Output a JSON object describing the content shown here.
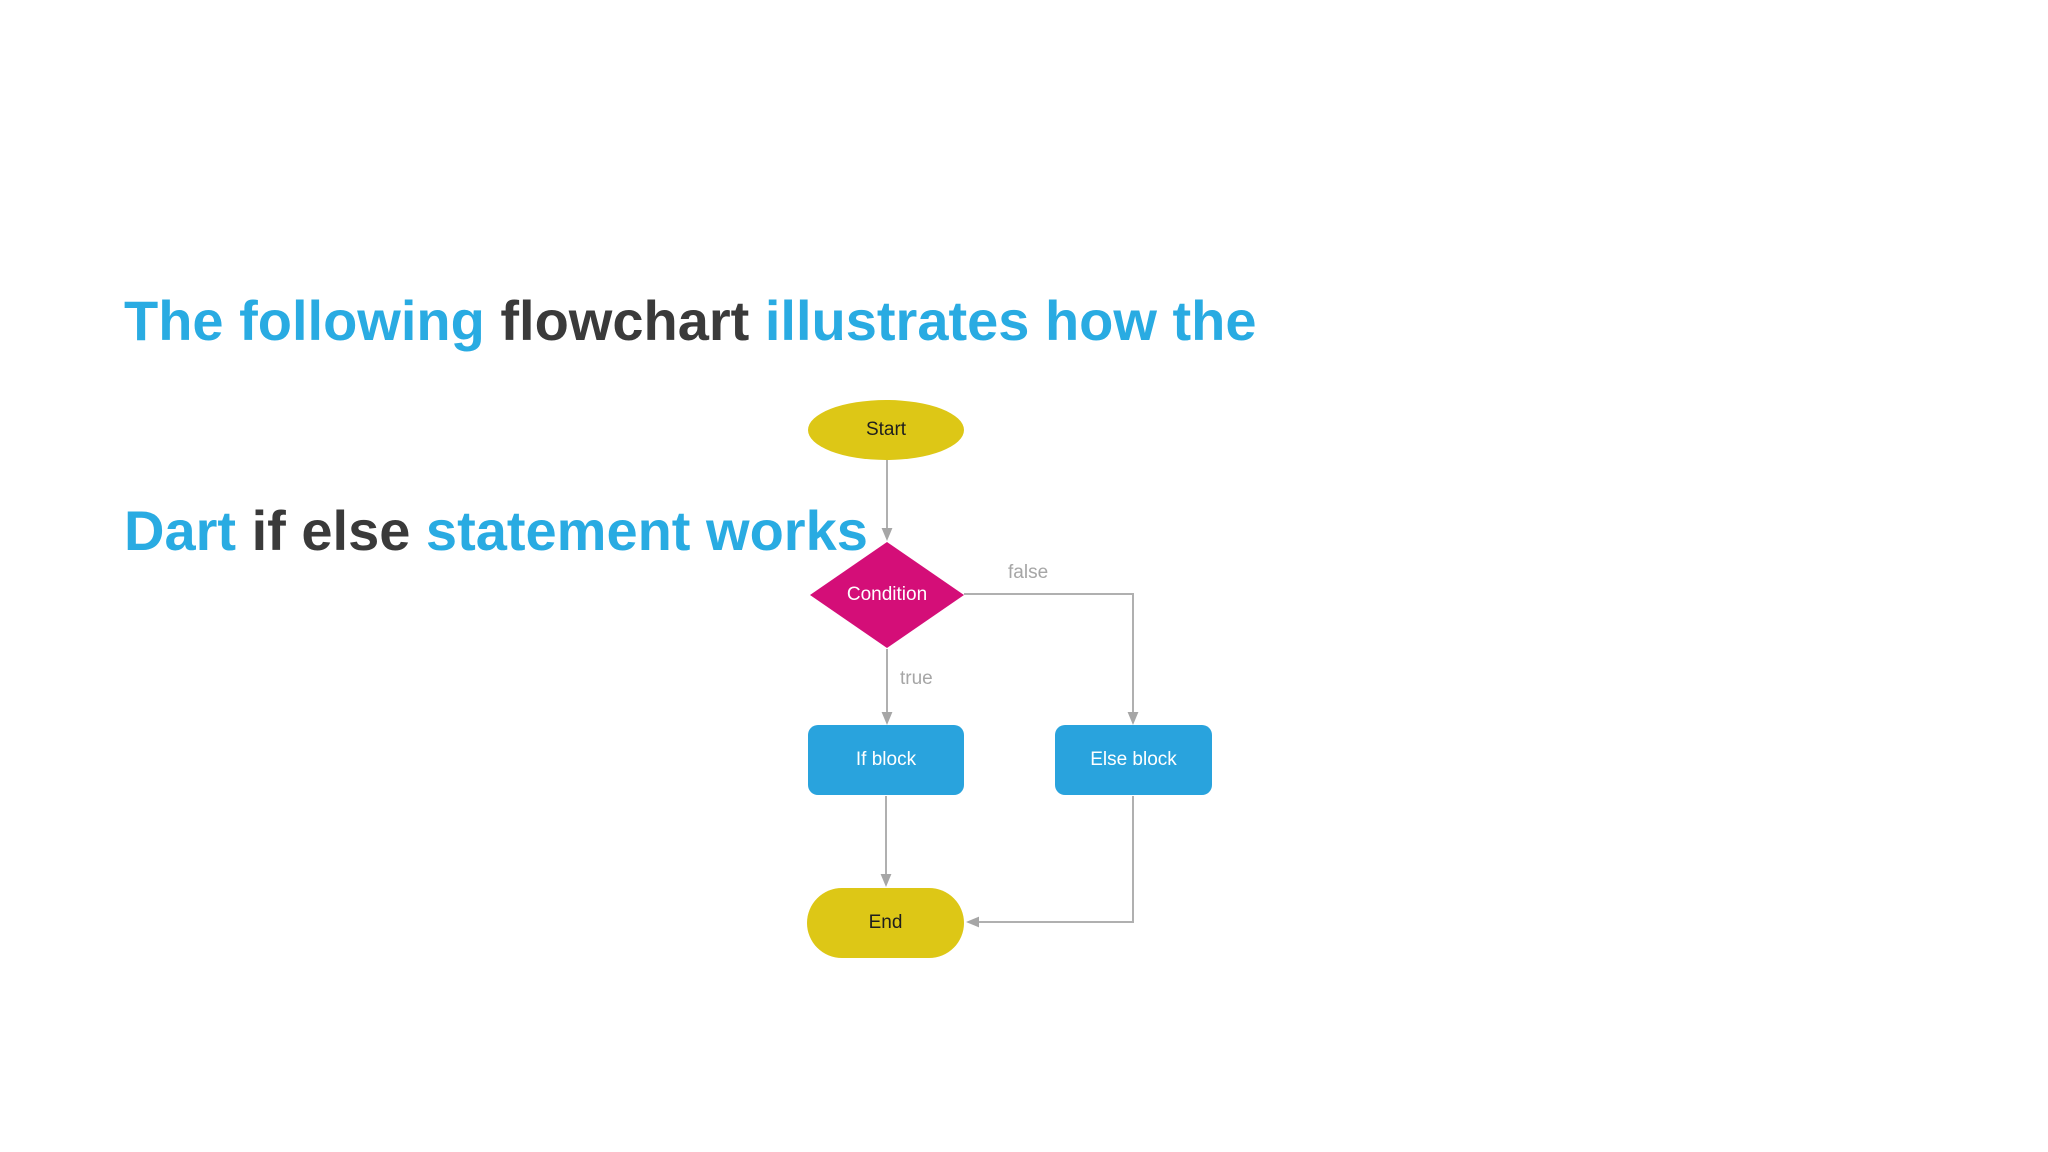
{
  "colors": {
    "background": "#ffffff",
    "title_accent": "#29abe2",
    "title_dark": "#3a3a3a",
    "terminal_fill": "#ddc716",
    "decision_fill": "#d40e78",
    "process_fill": "#29a3dd",
    "connector": "#b0b0b0",
    "edge_label": "#a6a6a6"
  },
  "title": {
    "line1": [
      {
        "text": "The following ",
        "tone": "accent"
      },
      {
        "text": "flowchart ",
        "tone": "dark"
      },
      {
        "text": "illustrates how the",
        "tone": "accent"
      }
    ],
    "line2": [
      {
        "text": "Dart ",
        "tone": "accent"
      },
      {
        "text": "if else ",
        "tone": "dark"
      },
      {
        "text": "statement works",
        "tone": "accent"
      }
    ]
  },
  "flowchart": {
    "nodes": {
      "start": {
        "label": "Start",
        "type": "terminal"
      },
      "condition": {
        "label": "Condition",
        "type": "decision"
      },
      "if_block": {
        "label": "If block",
        "type": "process"
      },
      "else_block": {
        "label": "Else block",
        "type": "process"
      },
      "end": {
        "label": "End",
        "type": "terminal"
      }
    },
    "edges": [
      {
        "from": "start",
        "to": "condition",
        "label": ""
      },
      {
        "from": "condition",
        "to": "if_block",
        "label": "true"
      },
      {
        "from": "condition",
        "to": "else_block",
        "label": "false"
      },
      {
        "from": "if_block",
        "to": "end",
        "label": ""
      },
      {
        "from": "else_block",
        "to": "end",
        "label": ""
      }
    ]
  }
}
